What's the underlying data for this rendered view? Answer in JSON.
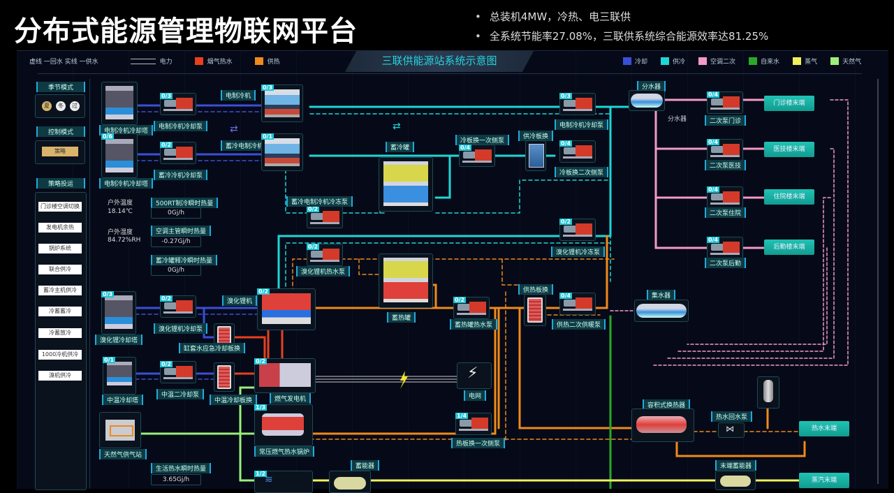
{
  "header": {
    "title": "分布式能源管理物联网平台",
    "bullets": [
      "总装机4MW，冷热、电三联供",
      "全系统节能率27.08%，三联供系统综合能源效率达81.25%"
    ]
  },
  "diagram": {
    "title": "三联供能源站系统示意图",
    "legend_left": [
      {
        "label": "虚线 一回水 实线 一供水"
      },
      {
        "label": "电力",
        "icon": "triple-line-icon"
      },
      {
        "label": "烟气热水",
        "color": "#e8401e"
      },
      {
        "label": "供热",
        "color": "#f08a1a"
      }
    ],
    "legend_right": [
      {
        "label": "冷却",
        "color": "#3a4fd8"
      },
      {
        "label": "供冷",
        "color": "#1fd6d6"
      },
      {
        "label": "空调二次",
        "color": "#f29ac4"
      },
      {
        "label": "自来水",
        "color": "#2aa82a"
      },
      {
        "label": "蒸气",
        "color": "#f0f05a"
      },
      {
        "label": "天然气",
        "color": "#9af07a"
      }
    ]
  },
  "sidebar": {
    "season_title": "季节模式",
    "season_buttons": [
      "夏",
      "冬",
      "过"
    ],
    "control_title": "控制模式",
    "control_value": "策略",
    "strategy_title": "策略投运",
    "strategies": [
      "门诊楼空调切换",
      "发电机余热",
      "锅炉系统",
      "联合供冷",
      "蓄冷主机供冷",
      "冷蓄蓄冷",
      "冷蓄放冷",
      "1000冷机供冷",
      "溴机供冷"
    ]
  },
  "readings": {
    "outdoor_temp_label": "户外温度",
    "outdoor_temp": "18.14℃",
    "outdoor_humidity_label": "户外湿度",
    "outdoor_humidity": "84.72%RH",
    "r1_label": "500RT制冷瞬时热量",
    "r1_value": "0Gj/h",
    "r2_label": "空调主管瞬时热量",
    "r2_value": "-0.27Gj/h",
    "r3_label": "蓄冷罐释冷瞬时热量",
    "r3_value": "0Gj/h",
    "r4_label": "生活热水瞬时热量",
    "r4_value": "3.65Gj/h"
  },
  "equipment": {
    "tower1": {
      "label": "电制冷机冷却塔",
      "count": ""
    },
    "tower2": {
      "label": "电制冷机冷却塔",
      "count": "0/6"
    },
    "pump1": {
      "label": "电制冷机冷却泵",
      "count": "0/3"
    },
    "pump2": {
      "label": "蓄冷冷机冷却泵",
      "count": "0/2"
    },
    "chiller1": {
      "label": "电制冷机",
      "count": "0/3"
    },
    "chiller2": {
      "label": "蓄冷电制冷机",
      "count": "0/1"
    },
    "cold_tank": {
      "label": "蓄冷罐"
    },
    "freeze_pump": {
      "label": "蓄冷电制冷机冷冻泵",
      "count": "0/2"
    },
    "plate_pump1": {
      "label": "冷板换一次侧泵",
      "count": "0/4"
    },
    "cold_plate": {
      "label": "供冷板换"
    },
    "cool_pump_top": {
      "label": "电制冷机冷却泵",
      "count": "0/3"
    },
    "plate_pump2": {
      "label": "冷板换二次侧泵",
      "count": "0/4"
    },
    "lithium_freeze_pump": {
      "label": "溴化锂机冷冻泵",
      "count": "0/2"
    },
    "distributor": {
      "label": "分水器",
      "caption": "分水器"
    },
    "sec_pump1": {
      "label": "二次泵门诊",
      "count": "0/4"
    },
    "sec_pump2": {
      "label": "二次泵医技",
      "count": "0/4"
    },
    "sec_pump3": {
      "label": "二次泵住院",
      "count": "0/4"
    },
    "sec_pump4": {
      "label": "二次泵后勤",
      "count": "0/4"
    },
    "bld1": "门诊楼末端",
    "bld2": "医技楼末端",
    "bld3": "住院楼末端",
    "bld4": "后勤楼末端",
    "lithium_hot_pump": {
      "label": "溴化锂机热水泵",
      "count": "0/2"
    },
    "heat_tank": {
      "label": "蓄热罐"
    },
    "heat_tank_pump": {
      "label": "蓄热罐热水泵",
      "count": "0/2"
    },
    "heat_plate": {
      "label": "供热板换"
    },
    "heat_sec_pump": {
      "label": "供热二次供暖泵",
      "count": "0/4"
    },
    "collector": {
      "label": "集水器"
    },
    "tower3": {
      "label": "溴化锂冷却塔",
      "count": "0/3"
    },
    "lithium_cool_pump": {
      "label": "溴化锂机冷却泵",
      "count": "0/2"
    },
    "lithium": {
      "label": "溴化锂机",
      "count": "0/2"
    },
    "jacket_hx": {
      "label": "缸套水应急冷却板换"
    },
    "tower4": {
      "label": "中温冷却塔",
      "count": "0/1"
    },
    "mid_pump": {
      "label": "中温二冷却泵",
      "count": "0/2"
    },
    "mid_hx": {
      "label": "中温冷却板换"
    },
    "generator": {
      "label": "燃气发电机",
      "count": "0/2"
    },
    "grid": {
      "label": "电网"
    },
    "boiler": {
      "label": "常压燃气热水锅炉",
      "count": "1/3"
    },
    "plate_heat_pump": {
      "label": "热板换一次侧泵",
      "count": "1/4"
    },
    "gas_station": {
      "label": "天然气供气站"
    },
    "steam_boiler": {
      "count": "1/2"
    },
    "accumulator": {
      "label": "蓄能器"
    },
    "vol_hx": {
      "label": "容积式换热器"
    },
    "hot_return_pump": {
      "label": "热水回水泵"
    },
    "hot_end": "热水末端",
    "end_accumulator": {
      "label": "末端蓄能器"
    },
    "steam_end": "蒸汽末端"
  }
}
